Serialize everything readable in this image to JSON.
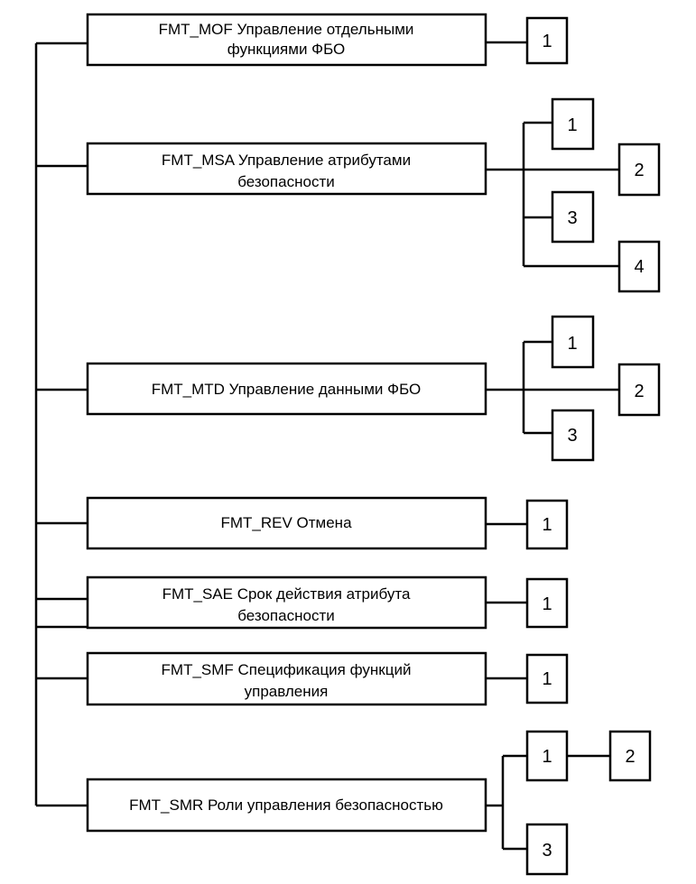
{
  "families": [
    {
      "id": "mof",
      "label_lines": [
        "FMT_MOF Управление отдельными",
        "функциями ФБО"
      ],
      "components": [
        {
          "label": "1"
        }
      ]
    },
    {
      "id": "msa",
      "label_lines": [
        "FMT_MSA Управление атрибутами",
        "безопасности"
      ],
      "components": [
        {
          "label": "1"
        },
        {
          "label": "2"
        },
        {
          "label": "3"
        },
        {
          "label": "4"
        }
      ]
    },
    {
      "id": "mtd",
      "label_lines": [
        "FMT_MTD Управление данными ФБО"
      ],
      "components": [
        {
          "label": "1"
        },
        {
          "label": "2"
        },
        {
          "label": "3"
        }
      ]
    },
    {
      "id": "rev",
      "label_lines": [
        "FMT_REV Отмена"
      ],
      "components": [
        {
          "label": "1"
        }
      ]
    },
    {
      "id": "sae",
      "label_lines": [
        "FMT_SAE Срок действия атрибута",
        "безопасности"
      ],
      "components": [
        {
          "label": "1"
        }
      ]
    },
    {
      "id": "smf",
      "label_lines": [
        "FMT_SMF Спецификация функций",
        "управления"
      ],
      "components": [
        {
          "label": "1"
        }
      ]
    },
    {
      "id": "smr",
      "label_lines": [
        "FMT_SMR Роли управления безопасностью"
      ],
      "components": [
        {
          "label": "1"
        },
        {
          "label": "2"
        },
        {
          "label": "3"
        }
      ]
    }
  ]
}
